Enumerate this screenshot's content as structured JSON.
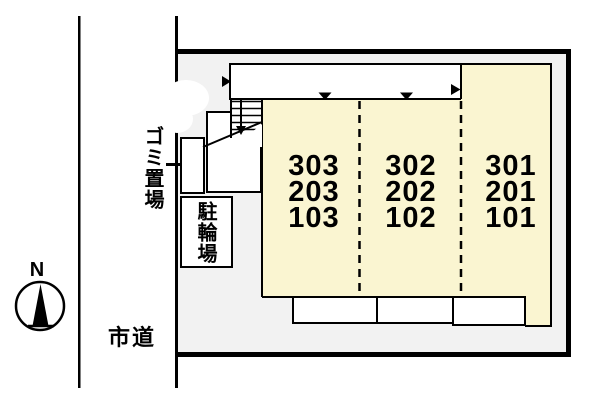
{
  "colors": {
    "unit-fill": "#FAF5D1",
    "site-fill": "#F2F2F2",
    "line": "#000000"
  },
  "labels": {
    "north": "N",
    "city_road": "市道",
    "garbage_area": "ゴミ置場",
    "bicycle_parking": "駐輪場"
  },
  "units": [
    {
      "lines": [
        "303",
        "203",
        "103"
      ]
    },
    {
      "lines": [
        "302",
        "202",
        "102"
      ]
    },
    {
      "lines": [
        "301",
        "201",
        "101"
      ]
    }
  ]
}
